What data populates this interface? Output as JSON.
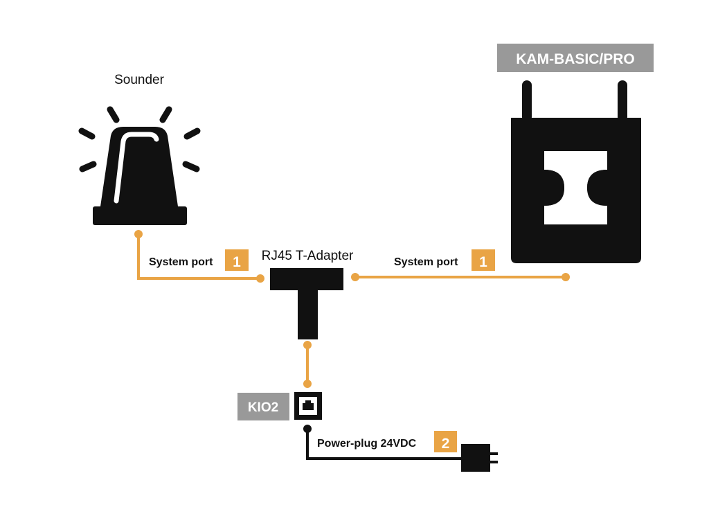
{
  "labels": {
    "sounder": "Sounder",
    "t_adapter": "RJ45 T-Adapter",
    "kam": "KAM-BASIC/PRO",
    "kio": "KIO2"
  },
  "ports": {
    "left": {
      "label": "System port",
      "number": "1"
    },
    "right": {
      "label": "System port",
      "number": "1"
    },
    "power": {
      "label": "Power-plug 24VDC",
      "number": "2"
    }
  },
  "colors": {
    "cable": "#e9a445",
    "badge": "#e9a445",
    "device": "#111111",
    "tag_bg": "#999999",
    "tag_text": "#ffffff",
    "power_cable": "#111111"
  },
  "icons": {
    "sounder": "siren-icon",
    "kam": "router-with-antennas-icon",
    "adapter": "t-adapter-icon",
    "kio": "rj45-socket-icon",
    "plug": "power-plug-icon"
  }
}
